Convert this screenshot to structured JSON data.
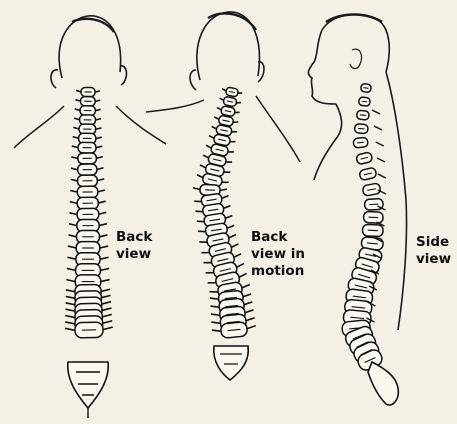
{
  "labels": {
    "back": [
      "Back",
      "view"
    ],
    "motion": [
      "Back",
      "view in",
      "motion"
    ],
    "side": [
      "Side",
      "view"
    ]
  },
  "colors": {
    "paper": "#f4f0e6",
    "ink": "#111111"
  },
  "figures": [
    {
      "name": "back-view-figure",
      "caption": "labels.back"
    },
    {
      "name": "back-view-in-motion-figure",
      "caption": "labels.motion"
    },
    {
      "name": "side-view-figure",
      "caption": "labels.side"
    }
  ]
}
